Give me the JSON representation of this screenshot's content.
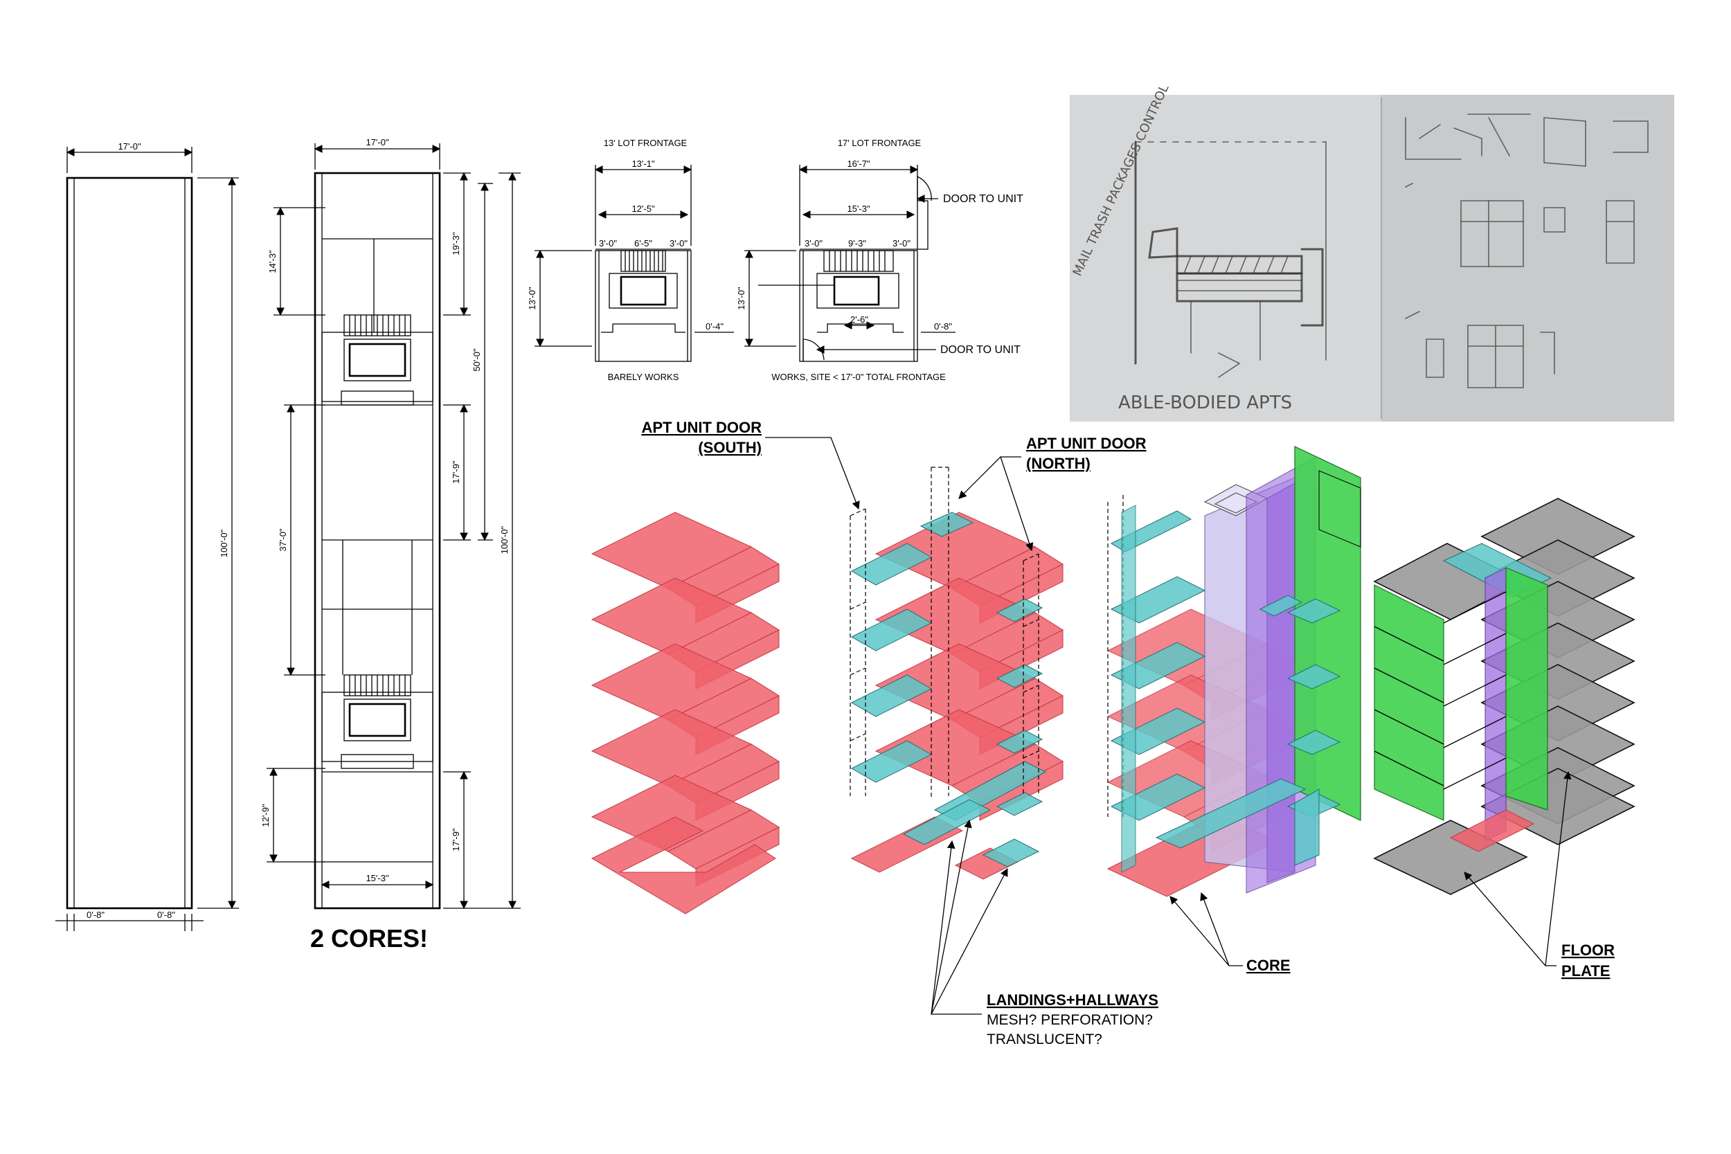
{
  "plan_a": {
    "width_top": "17'-0\"",
    "height": "100'-0\"",
    "wall_left": "0'-8\"",
    "wall_right": "0'-8\""
  },
  "plan_b": {
    "width_top": "17'-0\"",
    "dims_left": [
      "14'-3\"",
      "37'-0\"",
      "12'-9\""
    ],
    "dims_right_inner": [
      "19'-3\"",
      "17'-9\"",
      "17'-9\""
    ],
    "dim_50": "50'-0\"",
    "dim_100": "100'-0\"",
    "bottom_width": "15'-3\"",
    "title": "2 CORES!"
  },
  "frontage_13": {
    "title": "13' LOT FRONTAGE",
    "d1": "13'-1\"",
    "d2": "12'-5\"",
    "d3a": "3'-0\"",
    "d3b": "6'-5\"",
    "d3c": "3'-0\"",
    "depth": "13'-0\"",
    "offset": "0'-4\"",
    "caption": "BARELY WORKS"
  },
  "frontage_17": {
    "title": "17' LOT FRONTAGE",
    "d1": "16'-7\"",
    "d2": "15'-3\"",
    "d3a": "3'-0\"",
    "d3b": "9'-3\"",
    "d3c": "3'-0\"",
    "depth": "13'-0\"",
    "inner": "2'-6\"",
    "offset": "0'-8\"",
    "door_top": "DOOR TO UNIT",
    "door_bottom": "DOOR TO UNIT",
    "caption": "WORKS, SITE < 17'-0\" TOTAL FRONTAGE"
  },
  "sketch": {
    "left_note": "MAIL TRASH PACKAGES CONTROL",
    "bottom_note": "ABLE-BODIED APTS"
  },
  "axon": {
    "door_south_1": "APT UNIT DOOR",
    "door_south_2": "(SOUTH)",
    "door_north_1": "APT UNIT DOOR",
    "door_north_2": "(NORTH)",
    "core": "CORE",
    "floor_1": "FLOOR",
    "floor_2": "PLATE",
    "landings_1": "LANDINGS+HALLWAYS",
    "landings_2": "MESH? PERFORATION?",
    "landings_3": "TRANSLUCENT?"
  },
  "colors": {
    "stair": "#f0606b",
    "landing": "#5cc7c8",
    "wall": "#3fd24f",
    "core": "#9d6de0",
    "floor": "#9a9a9a"
  }
}
